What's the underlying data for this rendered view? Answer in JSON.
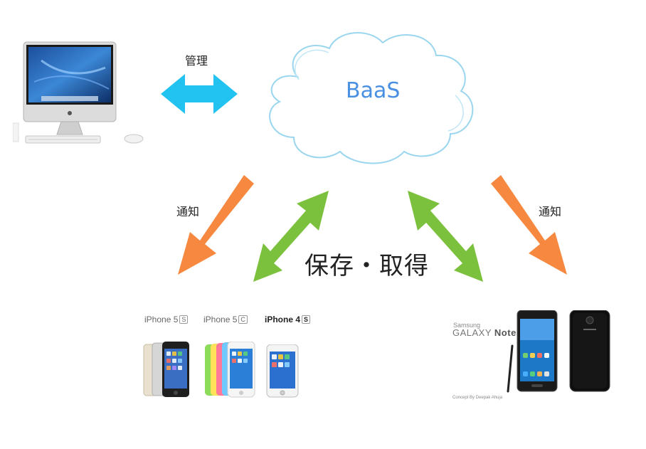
{
  "cloud": {
    "label": "BaaS"
  },
  "labels": {
    "manage": "管理",
    "notify_left": "通知",
    "notify_right": "通知",
    "save_get": "保存・取得"
  },
  "iphones": [
    {
      "name": "iPhone 5",
      "badge": "S"
    },
    {
      "name": "iPhone 5",
      "badge": "C"
    },
    {
      "name": "iPhone 4",
      "badge": "S"
    }
  ],
  "galaxy": {
    "brand": "Samsung",
    "model_prefix": "GALAXY ",
    "model_bold": "Note III",
    "credit": "Concept By Deepak Ahuja"
  },
  "colors": {
    "cloud_text": "#4a90e2",
    "cyan_arrow": "#22c3f0",
    "orange_arrow": "#f7883f",
    "green_arrow": "#7cc13d"
  }
}
